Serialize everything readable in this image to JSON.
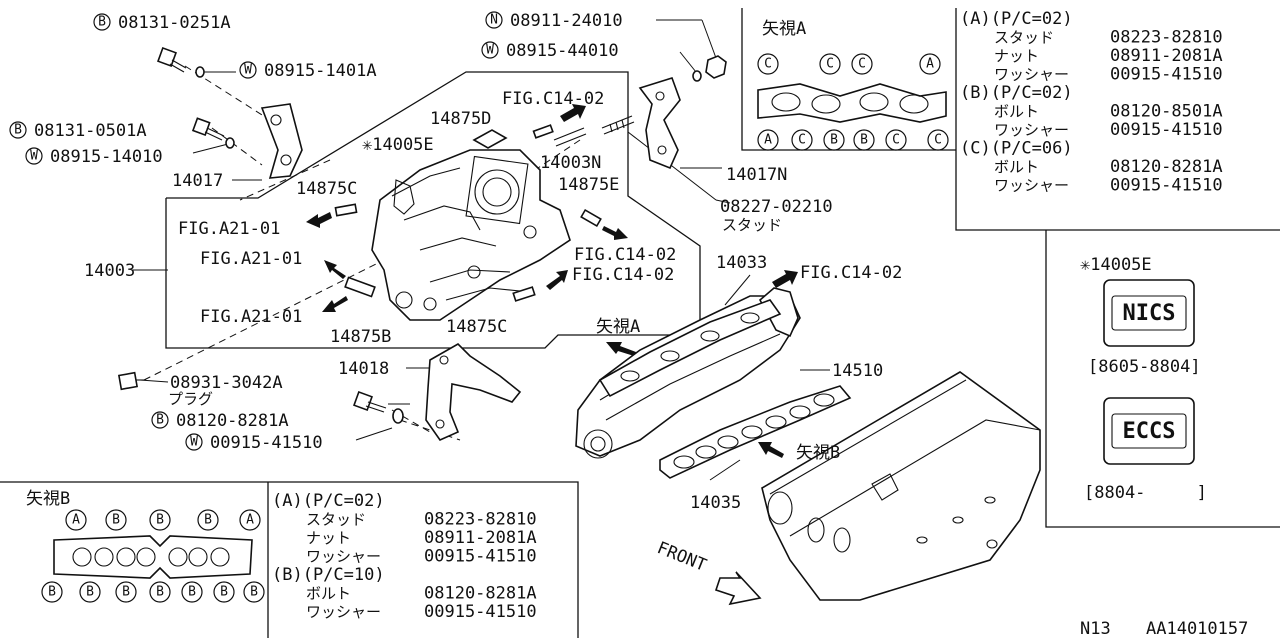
{
  "callouts": {
    "b_08131_0251A": {
      "prefix": "B",
      "code": "08131-0251A"
    },
    "w_08915_1401A": {
      "prefix": "W",
      "code": "08915-1401A"
    },
    "b_08131_0501A": {
      "prefix": "B",
      "code": "08131-0501A"
    },
    "w_08915_14010": {
      "prefix": "W",
      "code": "08915-14010"
    },
    "p_14017": "14017",
    "n_08911_24010": {
      "prefix": "N",
      "code": "08911-24010"
    },
    "w_08915_44010": {
      "prefix": "W",
      "code": "08915-44010"
    },
    "fig_c14_02_top": "FIG.C14-02",
    "p_14875D": "14875D",
    "p_14005E": "✳14005E",
    "p_14003N": "14003N",
    "p_14017N": "14017N",
    "p_14875C_top": "14875C",
    "p_14875E": "14875E",
    "p_08227_02210": "08227-02210",
    "stud_kana": "スタッド",
    "fig_a21_01_a": "FIG.A21-01",
    "fig_a21_01_b": "FIG.A21-01",
    "fig_a21_01_c": "FIG.A21-01",
    "p_14003": "14003",
    "fig_c14_02_mid1": "FIG.C14-02",
    "fig_c14_02_mid2": "FIG.C14-02",
    "p_14875B": "14875B",
    "p_14875C_bot": "14875C",
    "p_14033": "14033",
    "fig_c14_02_right": "FIG.C14-02",
    "view_a_label": "矢視A",
    "p_14018": "14018",
    "p_14510": "14510",
    "b_08931_3042A": {
      "prefix": "",
      "code": "08931-3042A"
    },
    "plug_kana": "プラグ",
    "b_08120_8281A": {
      "prefix": "B",
      "code": "08120-8281A"
    },
    "w_00915_41510": {
      "prefix": "W",
      "code": "00915-41510"
    },
    "view_b_label": "矢視B",
    "p_14035": "14035",
    "front": "FRONT"
  },
  "view_a_box": {
    "title": "矢視A",
    "top_circles": [
      "C",
      "C",
      "C",
      "A"
    ],
    "bottom_circles": [
      "A",
      "C",
      "B",
      "B",
      "C",
      "C"
    ]
  },
  "spec_a": [
    {
      "head": "(A)(P/C=02)",
      "rows": [
        [
          "スタッド",
          "08223-82810"
        ],
        [
          "ナット",
          "08911-2081A"
        ],
        [
          "ワッシャー",
          "00915-41510"
        ]
      ]
    },
    {
      "head": "(B)(P/C=02)",
      "rows": [
        [
          "ボルト",
          "08120-8501A"
        ],
        [
          "ワッシャー",
          "00915-41510"
        ]
      ]
    },
    {
      "head": "(C)(P/C=06)",
      "rows": [
        [
          "ボルト",
          "08120-8281A"
        ],
        [
          "ワッシャー",
          "00915-41510"
        ]
      ]
    }
  ],
  "badges": {
    "star_label": "✳14005E",
    "nics": "NICS",
    "nics_range": "[8605-8804]",
    "eccs": "ECCS",
    "eccs_range": "[8804-     ]"
  },
  "view_b_box": {
    "title": "矢視B",
    "top_circles": [
      "A",
      "B",
      "B",
      "B",
      "A"
    ],
    "bottom_circles": [
      "B",
      "B",
      "B",
      "B",
      "B",
      "B",
      "B"
    ]
  },
  "spec_b": [
    {
      "head": "(A)(P/C=02)",
      "rows": [
        [
          "スタッド",
          "08223-82810"
        ],
        [
          "ナット",
          "08911-2081A"
        ],
        [
          "ワッシャー",
          "00915-41510"
        ]
      ]
    },
    {
      "head": "(B)(P/C=10)",
      "rows": [
        [
          "ボルト",
          "08120-8281A"
        ],
        [
          "ワッシャー",
          "00915-41510"
        ]
      ]
    }
  ],
  "footer": {
    "model": "N13",
    "ref": "AA14010157"
  }
}
